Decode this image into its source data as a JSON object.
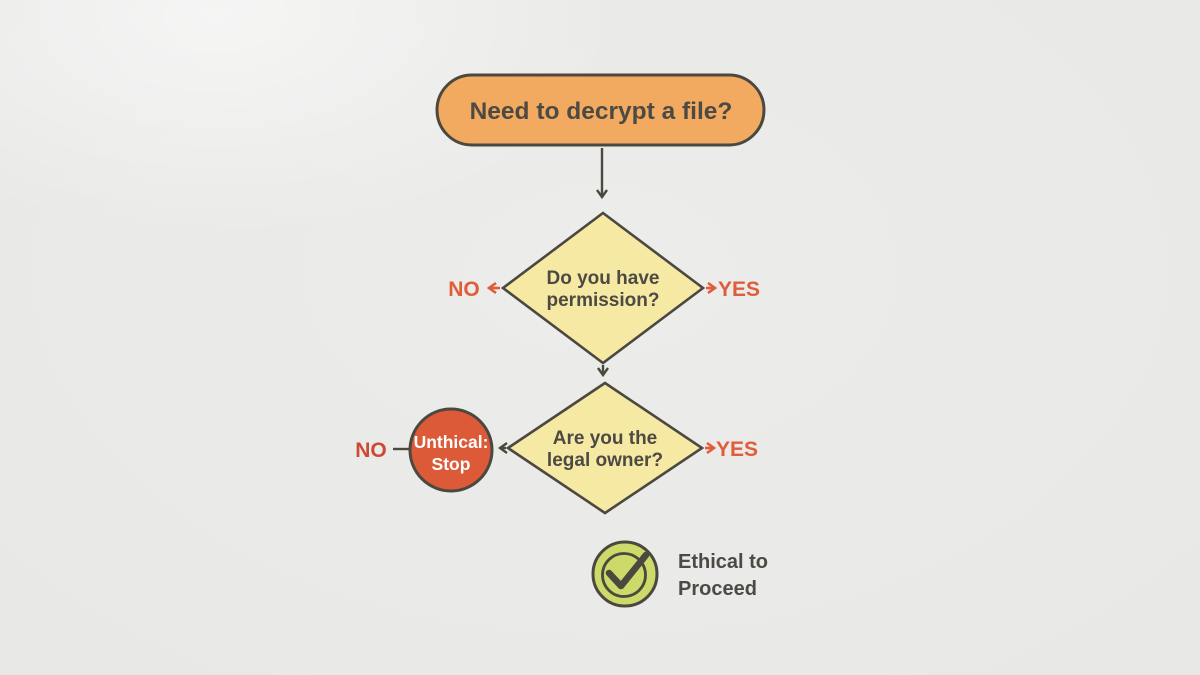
{
  "colors": {
    "background": "#ECECEA",
    "node_fill_orange": "#F2AA61",
    "node_fill_yellow": "#F6E9A4",
    "node_fill_red": "#DC5A37",
    "node_fill_green": "#CDDA69",
    "outline_dark": "#4B4840",
    "text_dark": "#4C4A43",
    "accent_orange_red": "#E05D3A",
    "no_deep_red": "#CC4A32",
    "stop_text_white": "#FFFFFF"
  },
  "flowchart": {
    "start": {
      "label": "Need to decrypt a file?"
    },
    "decision_permission": {
      "line1": "Do you have",
      "line2": "permission?",
      "no_label": "NO",
      "yes_label": "YES"
    },
    "decision_owner": {
      "line1": "Are you the",
      "line2": "legal owner?",
      "no_label": "NO",
      "yes_label": "YES"
    },
    "stop": {
      "line1": "Unthical:",
      "line2": "Stop"
    },
    "proceed": {
      "line1": "Ethical to",
      "line2": "Proceed"
    }
  }
}
